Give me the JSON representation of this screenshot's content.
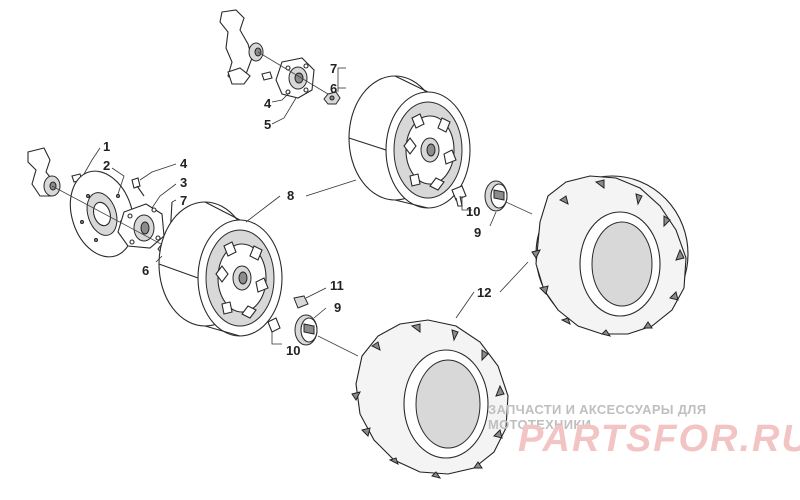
{
  "callouts": [
    {
      "id": "c1",
      "label": "1"
    },
    {
      "id": "c2",
      "label": "2"
    },
    {
      "id": "c3",
      "label": "3"
    },
    {
      "id": "c4a",
      "label": "4"
    },
    {
      "id": "c4b",
      "label": "4"
    },
    {
      "id": "c5",
      "label": "5"
    },
    {
      "id": "c6a",
      "label": "6"
    },
    {
      "id": "c6b",
      "label": "6"
    },
    {
      "id": "c7a",
      "label": "7"
    },
    {
      "id": "c7b",
      "label": "7"
    },
    {
      "id": "c8",
      "label": "8"
    },
    {
      "id": "c9a",
      "label": "9"
    },
    {
      "id": "c9b",
      "label": "9"
    },
    {
      "id": "c10a",
      "label": "10"
    },
    {
      "id": "c10b",
      "label": "10"
    },
    {
      "id": "c11",
      "label": "11"
    },
    {
      "id": "c12",
      "label": "12"
    }
  ],
  "watermark": {
    "tagline": "ЗАПЧАСТИ И АКСЕССУАРЫ ДЛЯ МОТОТЕХНИКИ",
    "logo": "PARTSFOR.RU",
    "logo_color": "#f2c4c4",
    "tagline_color": "#bfbfbf"
  }
}
